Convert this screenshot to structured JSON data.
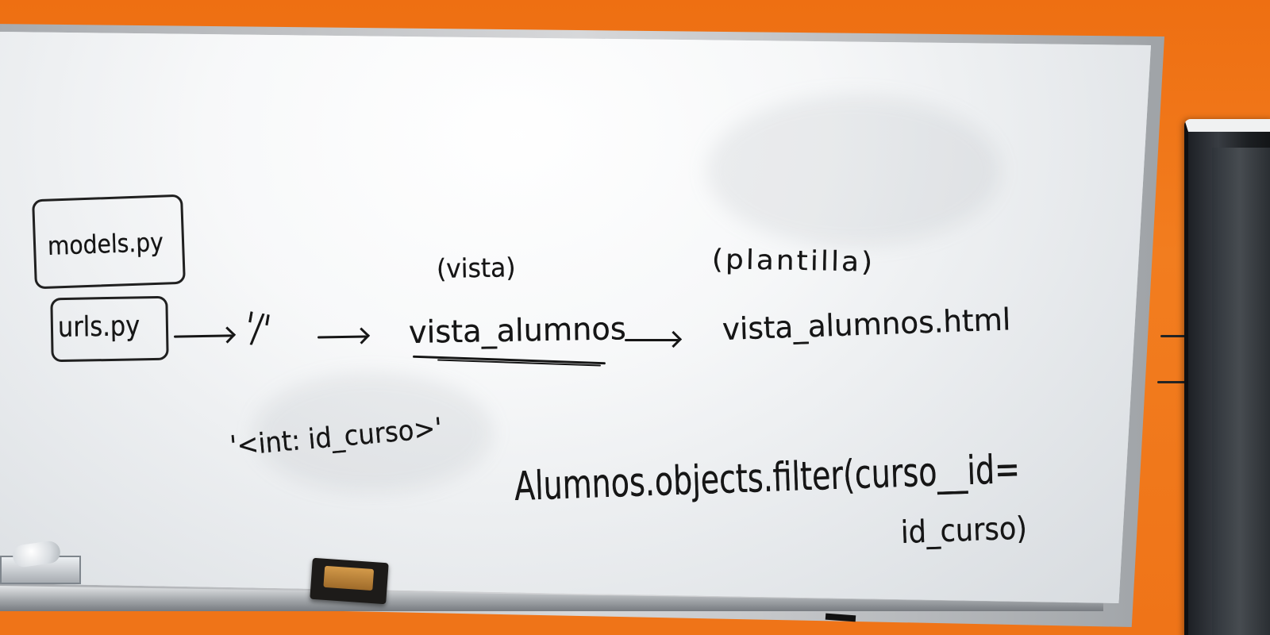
{
  "image": {
    "colors": {
      "wall": "#f07a1a",
      "whiteboard": "#f5f7f8",
      "ink": "#161616",
      "frame": "#b8babd",
      "screen": "#2d3136"
    },
    "whiteboard": {
      "models_file": "models.py",
      "urls_file": "urls.py",
      "view_label": "(vista)",
      "template_label": "(plantilla)",
      "route": "'/'",
      "view_name": "vista_alumnos",
      "template_file": "vista_alumnos.html",
      "int_param": "'<int: id_curso>'",
      "query": "Alumnos.objects.filter(curso__id=",
      "query_arg": "id_curso)"
    },
    "objects": {
      "eraser_icon": "eraser-icon",
      "marker_box_icon": "marker-box-icon",
      "screen_icon": "monitor-icon"
    }
  }
}
